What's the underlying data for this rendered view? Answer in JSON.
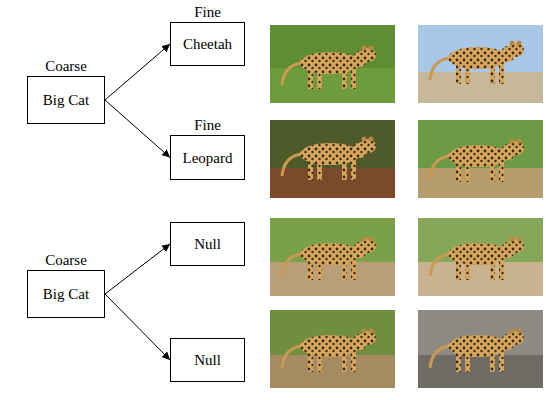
{
  "diagram": {
    "nodes": [
      {
        "text": [
          "Coarse",
          "Big Cat"
        ]
      },
      {
        "text": [
          "Fine",
          "Cheetah"
        ]
      },
      {
        "text": [
          "Fine",
          "Leopard"
        ]
      },
      {
        "text": [
          "Coarse",
          "Big Cat"
        ]
      },
      {
        "text": [
          "Null"
        ]
      },
      {
        "text": [
          "Null"
        ]
      }
    ],
    "edges": [
      {
        "from": 0,
        "to": 1,
        "arrow": "to"
      },
      {
        "from": 0,
        "to": 2,
        "arrow": "to"
      },
      {
        "from": 3,
        "to": 4,
        "arrow": "to"
      },
      {
        "from": 3,
        "to": 5,
        "arrow": "to"
      }
    ]
  }
}
